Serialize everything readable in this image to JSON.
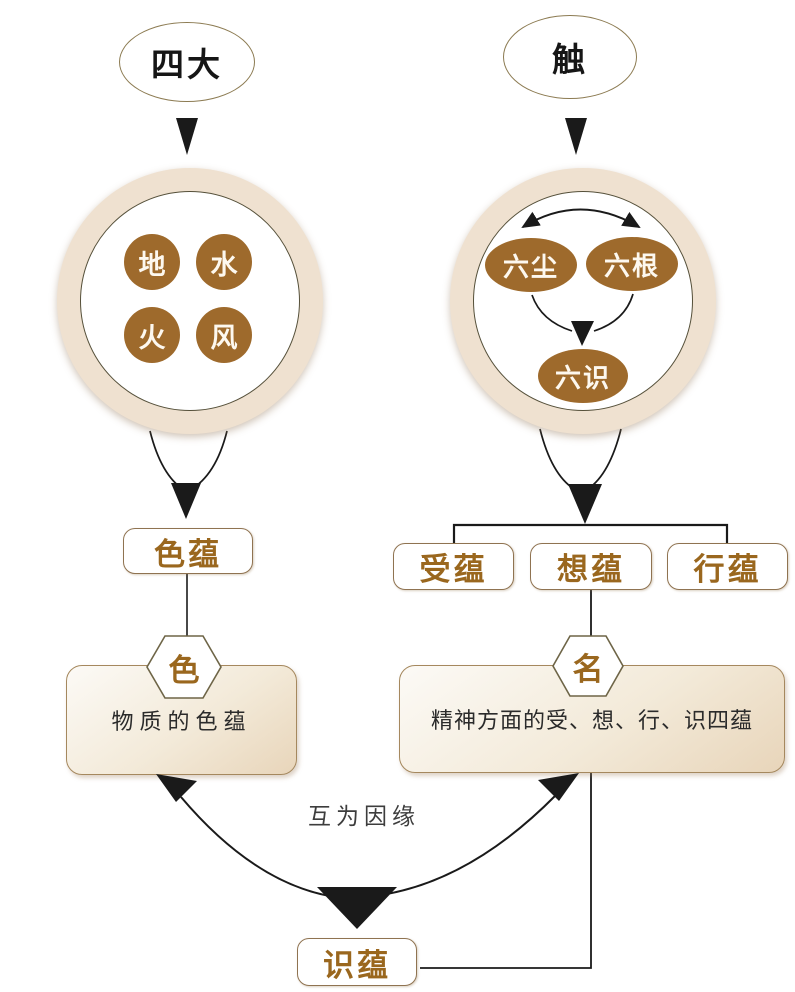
{
  "palette": {
    "node_brown": "#9e6a2c",
    "label_text_brown": "#9a671e",
    "ring_beige": "#efe1d0",
    "box_gradient_end": "#e8d5ba",
    "line_black": "#1a1a1a"
  },
  "left_column": {
    "source": "四大",
    "elements": [
      "地",
      "水",
      "火",
      "风"
    ],
    "aggregate": "色蕴",
    "hexagon": "色",
    "description": "物质的色蕴"
  },
  "right_column": {
    "source": "触",
    "faculties": {
      "dusts": "六尘",
      "roots": "六根",
      "consciousnesses": "六识"
    },
    "aggregates": [
      "受蕴",
      "想蕴",
      "行蕴"
    ],
    "hexagon": "名",
    "description": "精神方面的受、想、行、识四蕴"
  },
  "bottom": {
    "relation": "互为因缘",
    "result": "识蕴"
  }
}
